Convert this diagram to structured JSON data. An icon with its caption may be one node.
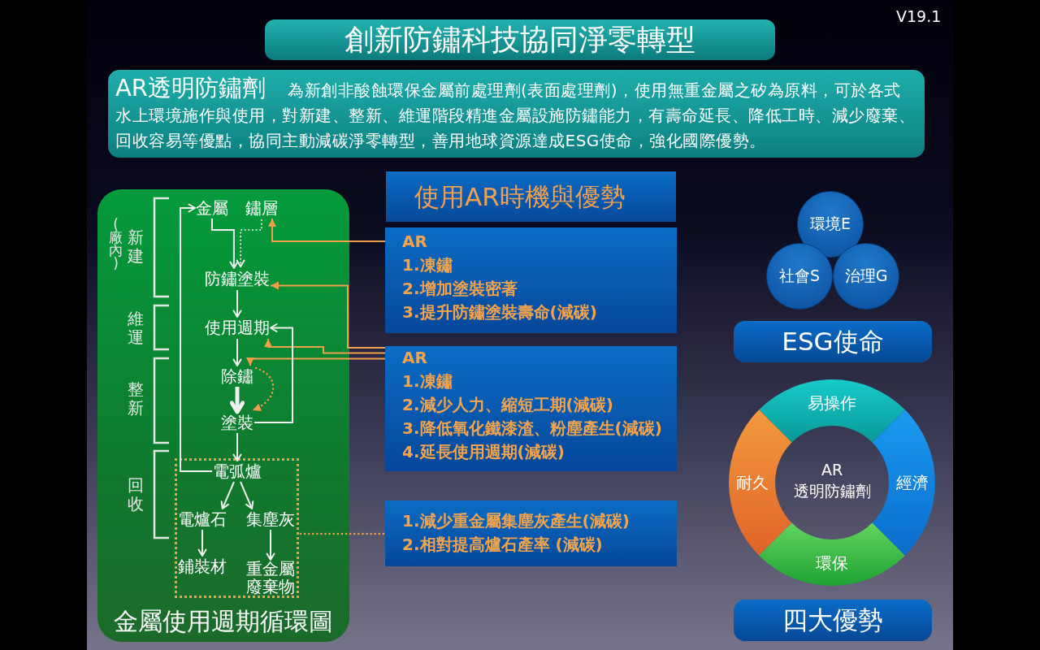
{
  "diagram": {
    "title": "創新防鏽科技協同淨零轉型",
    "nodes": [
      {
        "text": [
          "AR透明防鏽劑",
          "為新創非酸蝕環保金屬前處理劑(表面處理劑)，使用無重金屬之矽為原料，可於各式水上環境施作與使用，對新建、整新、維運階段精進金屬設施防鏽能力，有壽命延長、降低工時、減少廢棄、回收容易等優點，協同主動減碳淨零轉型，善用地球資源達成ESG使命，強化國際優勢。"
        ]
      },
      {
        "text": [
          "金屬使用週期循環圖"
        ]
      },
      {
        "text": [
          "金屬"
        ],
        "in": 1
      },
      {
        "text": [
          "鏽層"
        ],
        "in": 1
      },
      {
        "text": [
          "防鏽塗裝"
        ],
        "in": 1
      },
      {
        "text": [
          "使用週期"
        ],
        "in": 1
      },
      {
        "text": [
          "除鏽"
        ],
        "in": 1
      },
      {
        "text": [
          "塗裝"
        ],
        "in": 1
      },
      {
        "text": [],
        "shape": "box",
        "in": 1
      },
      {
        "text": [
          "電弧爐"
        ],
        "in": 8
      },
      {
        "text": [
          "電爐石"
        ],
        "in": 8
      },
      {
        "text": [
          "集塵灰"
        ],
        "in": 8
      },
      {
        "text": [
          "鋪裝材"
        ],
        "in": 8
      },
      {
        "text": [
          "重金屬廢棄物"
        ],
        "in": 8
      },
      {
        "text": [
          "使用AR時機與優勢"
        ]
      },
      {
        "text": [
          "AR",
          "1.凍鏽",
          "2.增加塗裝密著",
          "3.提升防鏽塗裝壽命(減碳)"
        ]
      },
      {
        "text": [
          "AR",
          "1.凍鏽",
          "2.減少人力、縮短工期(減碳)",
          "3.降低氧化鐵漆渣、粉塵產生(減碳)",
          "4.延長使用週期(減碳)"
        ]
      },
      {
        "text": [
          "1.減少重金屬集塵灰產生(減碳)",
          "2.相對提高爐石產率 (減碳)"
        ]
      },
      {
        "text": [
          "環境E"
        ]
      },
      {
        "text": [
          "社會S"
        ]
      },
      {
        "text": [
          "治理G"
        ]
      },
      {
        "text": [
          "ESG使命"
        ]
      },
      {
        "text": [
          "易操作"
        ]
      },
      {
        "text": [
          "耐久"
        ]
      },
      {
        "text": [
          "AR透明防鏽劑"
        ]
      },
      {
        "text": [
          "經濟"
        ]
      },
      {
        "text": [
          "環保"
        ]
      },
      {
        "text": [
          "四大優勢"
        ]
      }
    ],
    "edges": [
      {
        "from": 2,
        "to": 4,
        "arrow": "to"
      },
      {
        "from": 3,
        "to": 4,
        "arrow": "to",
        "style": "dashed"
      },
      {
        "from": 15,
        "to": 3,
        "arrow": "to",
        "color": "#f0a048"
      },
      {
        "from": 4,
        "to": 5,
        "arrow": "to"
      },
      {
        "from": 16,
        "to": 4,
        "arrow": "to",
        "color": "#f0a048"
      },
      {
        "from": 16,
        "to": 5,
        "arrow": "to",
        "color": "#f0a048"
      },
      {
        "from": 16,
        "to": 6,
        "arrow": "to",
        "color": "#f0a048"
      },
      {
        "from": 5,
        "to": 6,
        "arrow": "to"
      },
      {
        "from": 6,
        "to": 7,
        "arrow": "to",
        "style": "thick"
      },
      {
        "from": 6,
        "to": 7,
        "arrow": "to",
        "style": "dashed",
        "color": "#f0a048"
      },
      {
        "from": 7,
        "to": 5,
        "arrow": "to"
      },
      {
        "from": 7,
        "to": 9,
        "arrow": "to"
      },
      {
        "from": 9,
        "to": 2,
        "arrow": "to"
      },
      {
        "from": 9,
        "to": 10,
        "arrow": "to"
      },
      {
        "from": 9,
        "to": 11,
        "arrow": "to"
      },
      {
        "from": 10,
        "to": 12,
        "arrow": "to"
      },
      {
        "from": 11,
        "to": 13,
        "arrow": "to"
      },
      {
        "from": 8,
        "to": 17,
        "arrow": "none",
        "style": "dashed",
        "color": "#f0a048"
      }
    ],
    "labels": [
      "V19.1",
      "新建",
      "(廠內)",
      "維運",
      "整新",
      "回收"
    ]
  }
}
